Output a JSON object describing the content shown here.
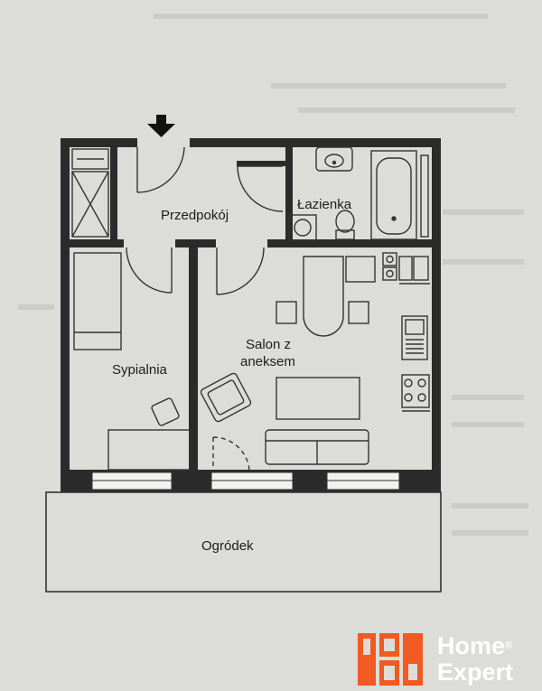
{
  "rooms": {
    "hall": "Przedpokój",
    "bathroom": "Łazienka",
    "bedroom": "Sypialnia",
    "living_line1": "Salon z",
    "living_line2": "aneksem",
    "garden": "Ogródek"
  },
  "logo": {
    "line1": "Home",
    "mark": "®",
    "line2": "Expert",
    "color": "#f15a22"
  },
  "colors": {
    "paper": "#dcdcd9",
    "wall": "#2b2b2b",
    "line": "#3a3a3a"
  }
}
